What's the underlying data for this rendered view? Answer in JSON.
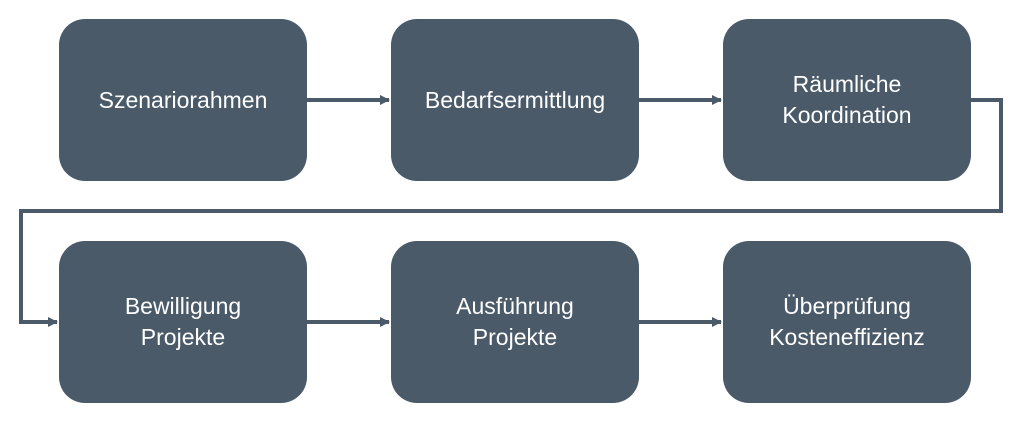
{
  "colors": {
    "box_fill": "#4a5a69",
    "box_text": "#ffffff",
    "connector": "#4a5a69",
    "background": "#ffffff"
  },
  "steps": [
    {
      "label": "Szenariorahmen"
    },
    {
      "label": "Bedarfsermittlung"
    },
    {
      "label": "Räumliche\nKoordination"
    },
    {
      "label": "Bewilligung\nProjekte"
    },
    {
      "label": "Ausführung\nProjekte"
    },
    {
      "label": "Überprüfung\nKosteneffizienz"
    }
  ]
}
